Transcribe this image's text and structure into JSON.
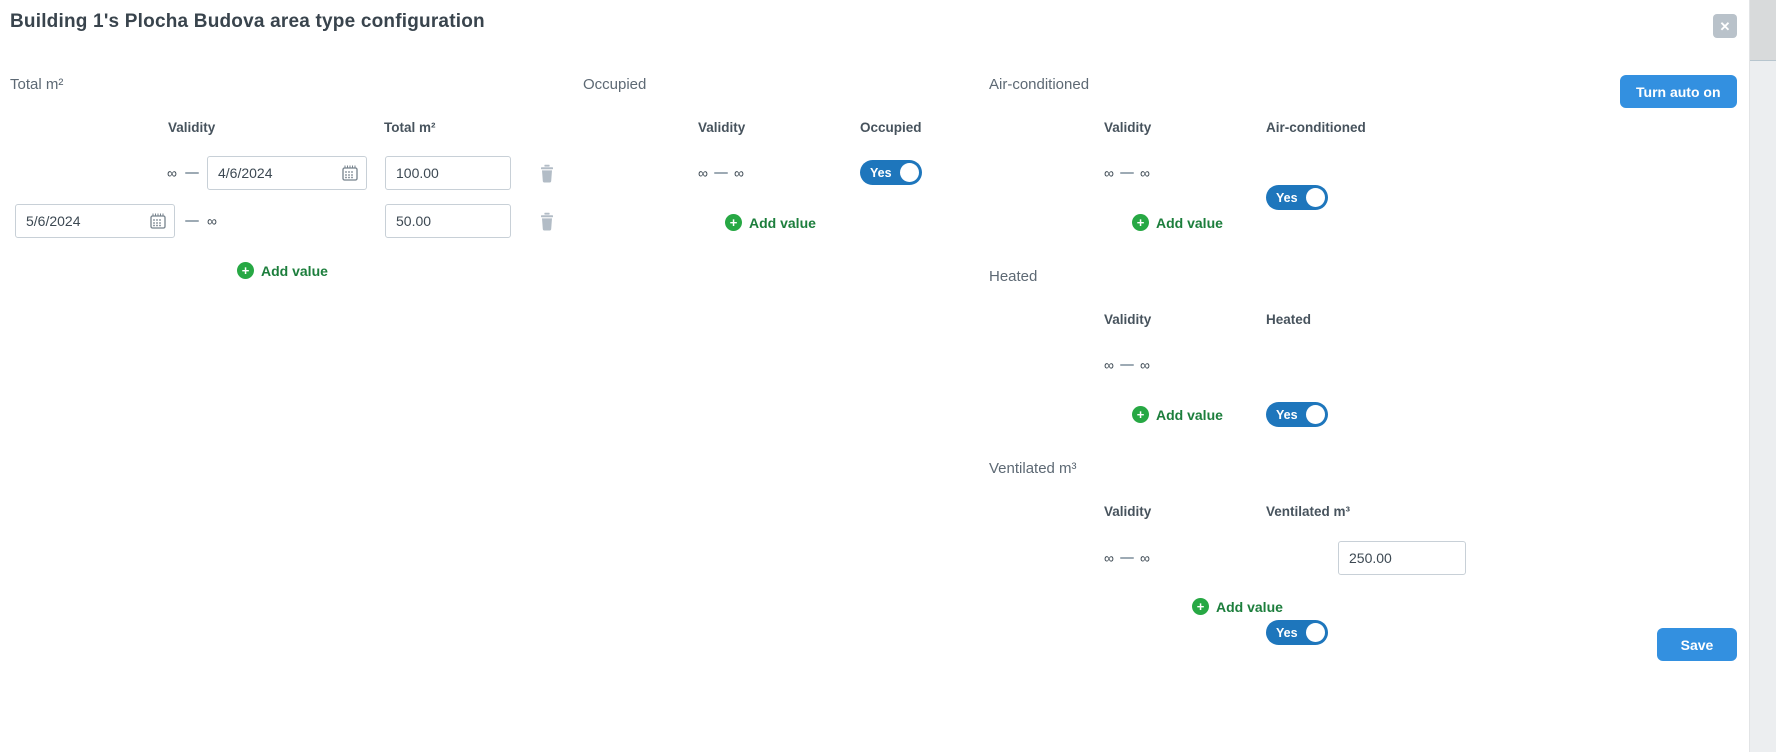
{
  "title": "Building 1's Plocha Budova area type configuration",
  "window": {
    "close_icon": "✕"
  },
  "actions": {
    "turn_auto_on": "Turn auto on",
    "save": "Save",
    "add_value": "Add value",
    "plus_icon": "+"
  },
  "common": {
    "validity_header": "Validity",
    "infinity": "∞",
    "toggle_on": "Yes"
  },
  "colors": {
    "primary_blue": "#3390e0",
    "toggle_blue": "#1e76bc",
    "add_green": "#27a844",
    "add_green_text": "#1c7e3c",
    "header_text": "#47535d",
    "section_text": "#5d6974",
    "title_text": "#39444d"
  },
  "sections": {
    "total": {
      "title": "Total m²",
      "value_header": "Total m²",
      "rows": [
        {
          "from": "∞",
          "to_date": "4/6/2024",
          "value": "100.00"
        },
        {
          "from_date": "5/6/2024",
          "to": "∞",
          "value": "50.00"
        }
      ]
    },
    "occupied": {
      "title": "Occupied",
      "value_header": "Occupied",
      "rows": [
        {
          "from": "∞",
          "to": "∞",
          "toggle": "Yes"
        }
      ]
    },
    "air_conditioned": {
      "title": "Air-conditioned",
      "value_header": "Air-conditioned",
      "rows": [
        {
          "from": "∞",
          "to": "∞",
          "toggle": "Yes"
        }
      ]
    },
    "heated": {
      "title": "Heated",
      "value_header": "Heated",
      "rows": [
        {
          "from": "∞",
          "to": "∞",
          "toggle": "Yes"
        }
      ]
    },
    "ventilated": {
      "title": "Ventilated m³",
      "value_header": "Ventilated m³",
      "rows": [
        {
          "from": "∞",
          "to": "∞",
          "toggle": "Yes",
          "value": "250.00"
        }
      ]
    }
  }
}
